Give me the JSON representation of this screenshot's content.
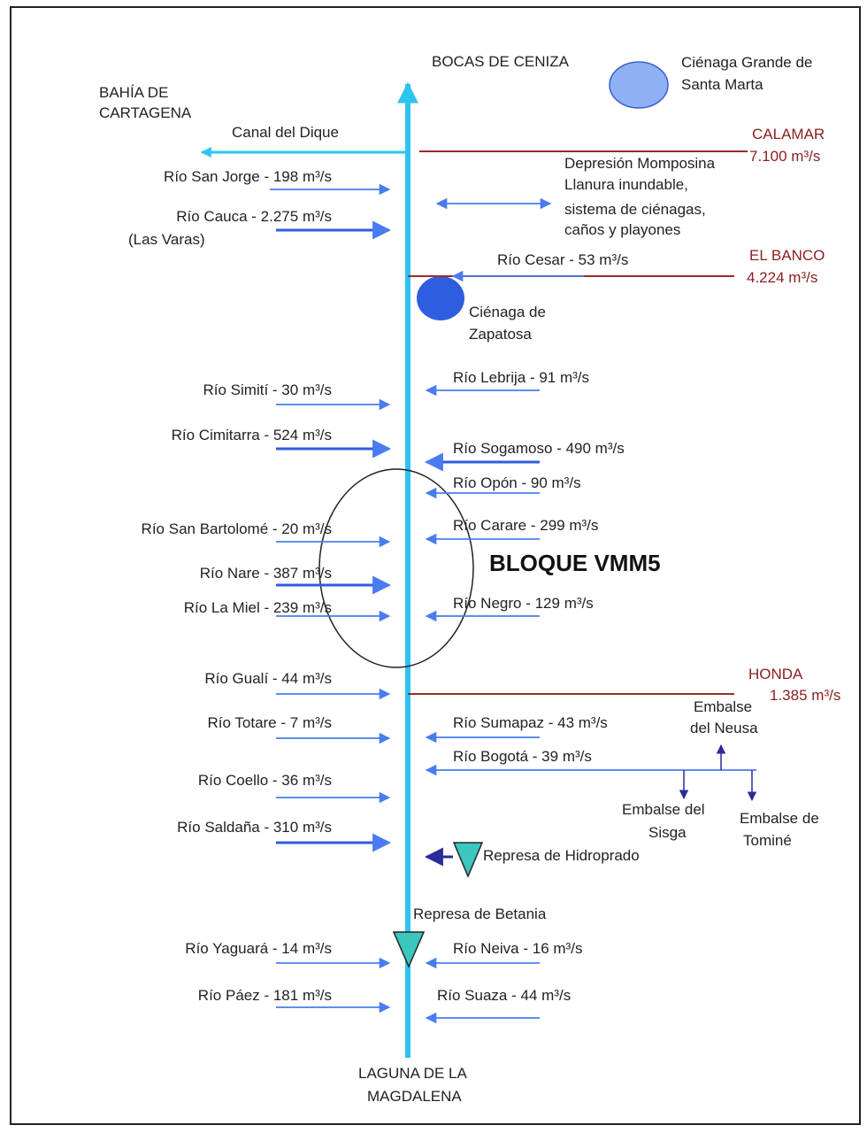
{
  "colors": {
    "main_river": "#2ec4f0",
    "tributary_arrow": "#4a7bf0",
    "tributary_arrow_bold": "#2f5de0",
    "city_line": "#9b2b2b",
    "city_text": "#8b1e1e",
    "reservoir_arrow": "#2a2a9a",
    "dam_triangle": "#3cc6c0",
    "cienaga_grande": "#8fb0f5",
    "cienaga_zapatosa": "#2f5de0",
    "text": "#222222"
  },
  "endpoints": {
    "north": "BOCAS DE CENIZA",
    "south_line1": "LAGUNA DE LA",
    "south_line2": "MAGDALENA",
    "bahia_line1": "BAHÍA DE",
    "bahia_line2": "CARTAGENA",
    "canal": "Canal del Dique"
  },
  "cienagas": {
    "grande_line1": "Ciénaga Grande de",
    "grande_line2": "Santa Marta",
    "zapatosa_line1": "Ciénaga de",
    "zapatosa_line2": "Zapatosa"
  },
  "momposina": {
    "line1": "Depresión Momposina",
    "line2": "Llanura inundable,",
    "line3": "sistema de ciénagas,",
    "line4": "caños y playones"
  },
  "stations": [
    {
      "name": "CALAMAR",
      "flow": "7.100",
      "unit": "m³/s"
    },
    {
      "name": "EL BANCO",
      "flow": "4.224",
      "unit": "m³/s"
    },
    {
      "name": "HONDA",
      "flow": "1.385",
      "unit": "m³/s"
    }
  ],
  "tributaries_left": [
    {
      "name": "Río San Jorge",
      "flow": "198",
      "note": ""
    },
    {
      "name": "Río Cauca",
      "flow": "2.275",
      "note": "(Las Varas)"
    },
    {
      "name": "Río Simití",
      "flow": "30",
      "note": ""
    },
    {
      "name": "Río Cimitarra",
      "flow": "524",
      "note": ""
    },
    {
      "name": "Río San Bartolomé",
      "flow": "20",
      "note": ""
    },
    {
      "name": "Río Nare",
      "flow": "387",
      "note": ""
    },
    {
      "name": "Río La Miel",
      "flow": "239",
      "note": ""
    },
    {
      "name": "Río Gualí",
      "flow": "44",
      "note": ""
    },
    {
      "name": "Río Totare",
      "flow": "7",
      "note": ""
    },
    {
      "name": "Río Coello",
      "flow": "36",
      "note": ""
    },
    {
      "name": "Río Saldaña",
      "flow": "310",
      "note": ""
    },
    {
      "name": "Río Yaguará",
      "flow": "14",
      "note": ""
    },
    {
      "name": "Río Páez",
      "flow": "181",
      "note": ""
    }
  ],
  "tributaries_right": [
    {
      "name": "Río Cesar",
      "flow": "53"
    },
    {
      "name": "Río Lebrija",
      "flow": "91"
    },
    {
      "name": "Río Sogamoso",
      "flow": "490"
    },
    {
      "name": "Río Opón",
      "flow": "90"
    },
    {
      "name": "Río Carare",
      "flow": "299"
    },
    {
      "name": "Río Negro",
      "flow": "129"
    },
    {
      "name": "Río Sumapaz",
      "flow": "43"
    },
    {
      "name": "Río Bogotá",
      "flow": "39"
    },
    {
      "name": "Río Neiva",
      "flow": "16"
    },
    {
      "name": "Río Suaza",
      "flow": "44"
    }
  ],
  "flow_unit": "m³/s",
  "reservoirs": {
    "neusa_line1": "Embalse",
    "neusa_line2": "del Neusa",
    "sisga_line1": "Embalse del",
    "sisga_line2": "Sisga",
    "tomine_line1": "Embalse de",
    "tomine_line2": "Tominé"
  },
  "dams": {
    "hidroprado": "Represa de Hidroprado",
    "betania": "Represa de Betania"
  },
  "block": "BLOQUE VMM5"
}
